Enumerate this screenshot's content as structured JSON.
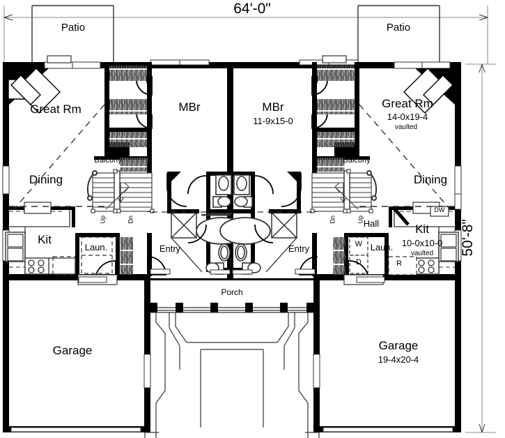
{
  "plan": {
    "type": "floor-plan",
    "building": "duplex-multi-family",
    "overall_width": "64'-0\"",
    "overall_depth": "50'-8\""
  },
  "dimensions": {
    "top_label": "64'-0\"",
    "right_label": "50'-8\""
  },
  "rooms": {
    "left_unit": [
      {
        "name": "Patio",
        "size": "",
        "note": ""
      },
      {
        "name": "Great Rm",
        "size": "",
        "note": ""
      },
      {
        "name": "Dining",
        "size": "",
        "note": ""
      },
      {
        "name": "MBr",
        "size": "",
        "note": ""
      },
      {
        "name": "Balcony",
        "size": "",
        "note": ""
      },
      {
        "name": "Kit",
        "size": "",
        "note": ""
      },
      {
        "name": "Laun.",
        "size": "",
        "note": ""
      },
      {
        "name": "Entry",
        "size": "",
        "note": ""
      },
      {
        "name": "Garage",
        "size": "",
        "note": ""
      }
    ],
    "right_unit": [
      {
        "name": "Patio",
        "size": "",
        "note": ""
      },
      {
        "name": "Great Rm",
        "size": "14-0x19-4",
        "note": "vaulted"
      },
      {
        "name": "Dining",
        "size": "",
        "note": ""
      },
      {
        "name": "MBr",
        "size": "11-9x15-0",
        "note": ""
      },
      {
        "name": "Balcony",
        "size": "",
        "note": ""
      },
      {
        "name": "Hall",
        "size": "",
        "note": ""
      },
      {
        "name": "Kit",
        "size": "10-0x10-0",
        "note": "vaulted"
      },
      {
        "name": "Laun.",
        "size": "",
        "note": ""
      },
      {
        "name": "Entry",
        "size": "",
        "note": ""
      },
      {
        "name": "Garage",
        "size": "19-4x20-4",
        "note": ""
      }
    ],
    "shared": [
      {
        "name": "Porch",
        "size": "",
        "note": ""
      }
    ]
  },
  "labels": {
    "patio_left": "Patio",
    "patio_right": "Patio",
    "great_rm_left": "Great Rm",
    "great_rm_right": "Great Rm",
    "great_rm_right_size": "14-0x19-4",
    "great_rm_right_note": "vaulted",
    "dining_left": "Dining",
    "dining_right": "Dining",
    "mbr_left": "MBr",
    "mbr_right": "MBr",
    "mbr_right_size": "11-9x15-0",
    "balcony_left": "Balcony",
    "balcony_right": "Balcony",
    "kit_left": "Kit",
    "kit_right": "Kit",
    "kit_right_size": "10-0x10-0",
    "kit_right_note": "vaulted",
    "laun_left": "Laun.",
    "laun_right": "Laun.",
    "entry_left": "Entry",
    "entry_right": "Entry",
    "hall_right": "Hall",
    "porch": "Porch",
    "garage_left": "Garage",
    "garage_right": "Garage",
    "garage_right_size": "19-4x20-4"
  },
  "appliances": {
    "dishwasher": "DW",
    "refrigerator": "R",
    "washer": "W",
    "dryer": "D"
  },
  "stairs": {
    "left_up": "Up",
    "left_down": "Dn",
    "right_down": "Dn",
    "right_up": "Up"
  },
  "colors": {
    "wall": "#000000",
    "line": "#1a1a1a",
    "thin": "#555555",
    "background": "#ffffff",
    "dimension": "#777777"
  }
}
